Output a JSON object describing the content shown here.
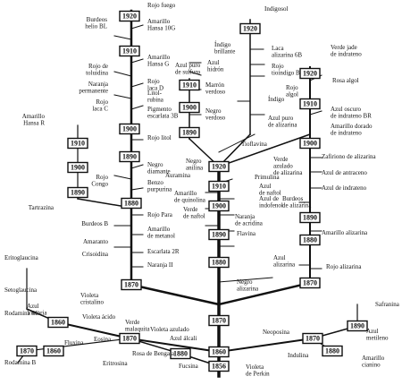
{
  "year_boxes": [
    {
      "id": "b1856",
      "text": "1856"
    },
    {
      "id": "b1860c",
      "text": "1860"
    },
    {
      "id": "b1870c",
      "text": "1870"
    },
    {
      "id": "b1880c",
      "text": "1880"
    },
    {
      "id": "b1890c",
      "text": "1890"
    },
    {
      "id": "b1900c",
      "text": "1900"
    },
    {
      "id": "b1910c",
      "text": "1910"
    },
    {
      "id": "b1920c",
      "text": "1920"
    },
    {
      "id": "b1870l",
      "text": "1870"
    },
    {
      "id": "b1880l",
      "text": "1880"
    },
    {
      "id": "b1890l",
      "text": "1890"
    },
    {
      "id": "b1900l",
      "text": "1900"
    },
    {
      "id": "b1910l",
      "text": "1910"
    },
    {
      "id": "b1920l",
      "text": "1920"
    },
    {
      "id": "b1890a",
      "text": "1890"
    },
    {
      "id": "b1900a",
      "text": "1900"
    },
    {
      "id": "b1910a",
      "text": "1910"
    },
    {
      "id": "b1890m",
      "text": "1890"
    },
    {
      "id": "b1900m",
      "text": "1900"
    },
    {
      "id": "b1910m",
      "text": "1910"
    },
    {
      "id": "b1920m",
      "text": "1920"
    },
    {
      "id": "b1870r",
      "text": "1870"
    },
    {
      "id": "b1880r",
      "text": "1880"
    },
    {
      "id": "b1890r",
      "text": "1890"
    },
    {
      "id": "b1900r",
      "text": "1900"
    },
    {
      "id": "b1910r",
      "text": "1910"
    },
    {
      "id": "b1920r",
      "text": "1920"
    },
    {
      "id": "b1860ll",
      "text": "1860"
    },
    {
      "id": "b1870ll",
      "text": "1870"
    },
    {
      "id": "b1880ll",
      "text": "1880"
    },
    {
      "id": "b1870lm",
      "text": "1870"
    },
    {
      "id": "b1860lm",
      "text": "1860"
    },
    {
      "id": "b1870rr",
      "text": "1870"
    },
    {
      "id": "b1880rr",
      "text": "1880"
    },
    {
      "id": "b1890rr",
      "text": "1890"
    }
  ],
  "dye_labels": [
    "Rojo fuego",
    "Burdeos\nhelio BL",
    "Amarillo\nHansa 10G",
    "Amarillo\nHansa G",
    "Rojo de\ntoluidina",
    "Rojo\nlaca D",
    "Naranja\npermanente",
    "Litol-\nrubina",
    "Rojo\nlaca C",
    "Pigmento\nescarlata 3B",
    "Amarillo\nHansa R",
    "Rojo litol",
    "Negro\ndiamante",
    "Rojo\nCongo",
    "Benzo\npurpurina",
    "Tartrazina",
    "Rojo Para",
    "Burdeos B",
    "Amarillo\nde metanol",
    "Amaranto",
    "Crisoidina",
    "Escarlata 2R",
    "Naranja II",
    "Eritoglaucina",
    "Setoglaucina",
    "Violeta\ncristalino",
    "Azul\nVictoria",
    "Violeta ácido",
    "Verde\nmalaquita",
    "Rodamina 6G",
    "Violeta azulado",
    "Azul álcali",
    "Fluxina",
    "Eosina",
    "Rosa de Bengala",
    "Eritrosina",
    "Rodamina B",
    "Fucsina",
    "Violeta\nde Perkin",
    "Índigo\nbrillante",
    "Indigosol",
    "Azul\nhidrón",
    "Azul puro\nde sulfuro",
    "Marrón\nverdoso",
    "Negro\nverdoso",
    "Índigo",
    "Azul puro\nde alizarina",
    "Tioflavina",
    "Negro\nanilina",
    "Auramina",
    "Primulina",
    "Azul\nde naftol",
    "Amarillo\nde quinolina",
    "Azul de\nindofenol",
    "Verde\nde naftol",
    "Naranja\nde acridina",
    "Flavina",
    "Verde\nazulado\nde alizarina",
    "Laca\nalizarina 6B",
    "Rojo\ntioíndigo B",
    "Verde jade\nde indrateno",
    "Rosa algol",
    "Rojo\nalgol",
    "Azul oscuro\nde indrateno BR",
    "Amarillo dorado\nde indrateno",
    "Zafiriono de alizarina",
    "Azul de antraceno",
    "Azul de indrateno",
    "Burdeos\nde alizarina",
    "Amarillo alizarina",
    "Azul\nalizarina",
    "Rojo alizarina",
    "Negro\nalizarina",
    "Neoposina",
    "Indulina",
    "Safranina",
    "Azul\nmetileno",
    "Amarillo\ncianino"
  ]
}
